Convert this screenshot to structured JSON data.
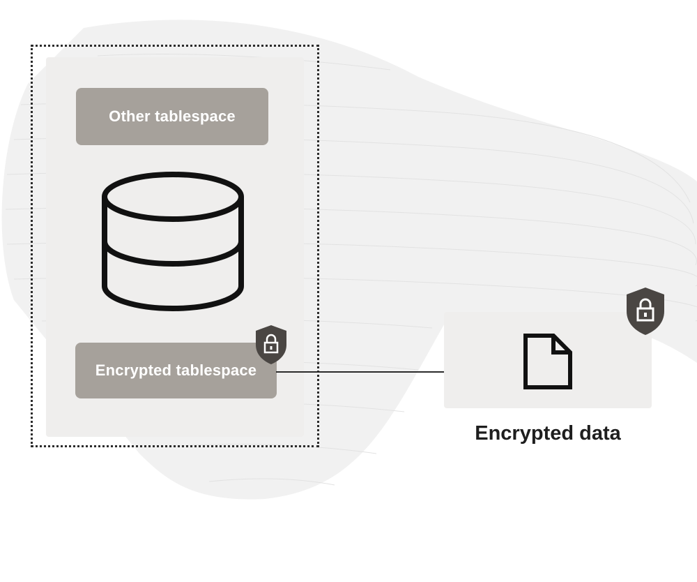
{
  "diagram": {
    "database_group": {
      "other_tablespace": "Other tablespace",
      "encrypted_tablespace": "Encrypted tablespace"
    },
    "encrypted_data_label": "Encrypted data"
  },
  "colors": {
    "panel_bg": "#efeeed",
    "tablespace_fill": "#a6a19b",
    "shield_fill": "#4a4643",
    "line": "#2b2b2b"
  },
  "icons": [
    "database-icon",
    "shield-lock-icon",
    "document-icon"
  ]
}
